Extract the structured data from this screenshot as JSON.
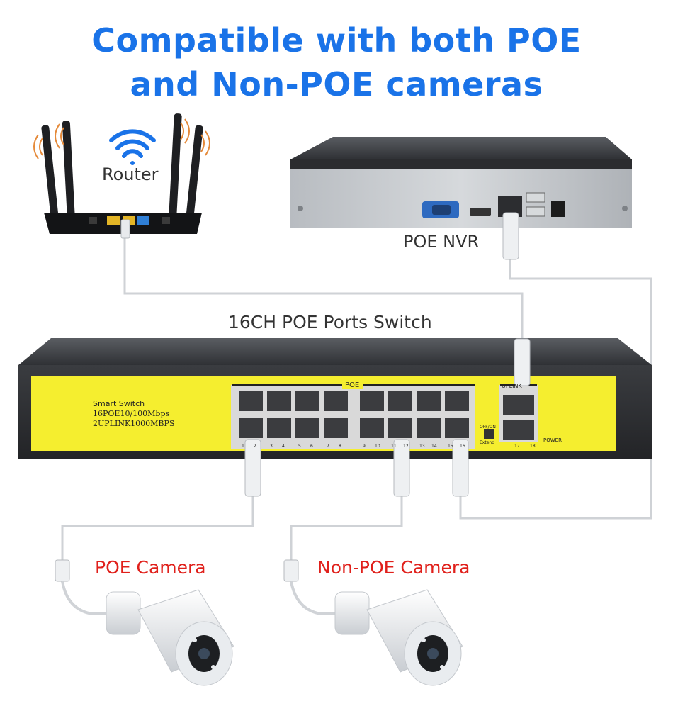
{
  "headline": {
    "line1": "Compatible with both POE",
    "line2": "and Non-POE cameras",
    "color": "#1a73e8"
  },
  "labels": {
    "router": "Router",
    "nvr": "POE NVR",
    "switch": "16CH POE Ports Switch",
    "poe_camera": "POE Camera",
    "non_poe_camera": "Non-POE Camera",
    "camera_label_color": "#e0201b"
  },
  "switch_panel": {
    "line1": "Smart Switch",
    "line2": "16POE10/100Mbps",
    "line3": "2UPLINK1000MBPS",
    "poe_group": "POE",
    "uplink_group": "UPLINK",
    "dip_on": "OFF/ON",
    "dip_mode": "Extend",
    "power": "POWER",
    "port_numbers": [
      "1",
      "2",
      "3",
      "4",
      "5",
      "6",
      "7",
      "8",
      "9",
      "10",
      "11",
      "12",
      "13",
      "14",
      "15",
      "16"
    ],
    "uplink_numbers": [
      "17",
      "18"
    ],
    "panel_color": "#f5ee2f"
  },
  "icons": [
    "wifi-icon"
  ]
}
